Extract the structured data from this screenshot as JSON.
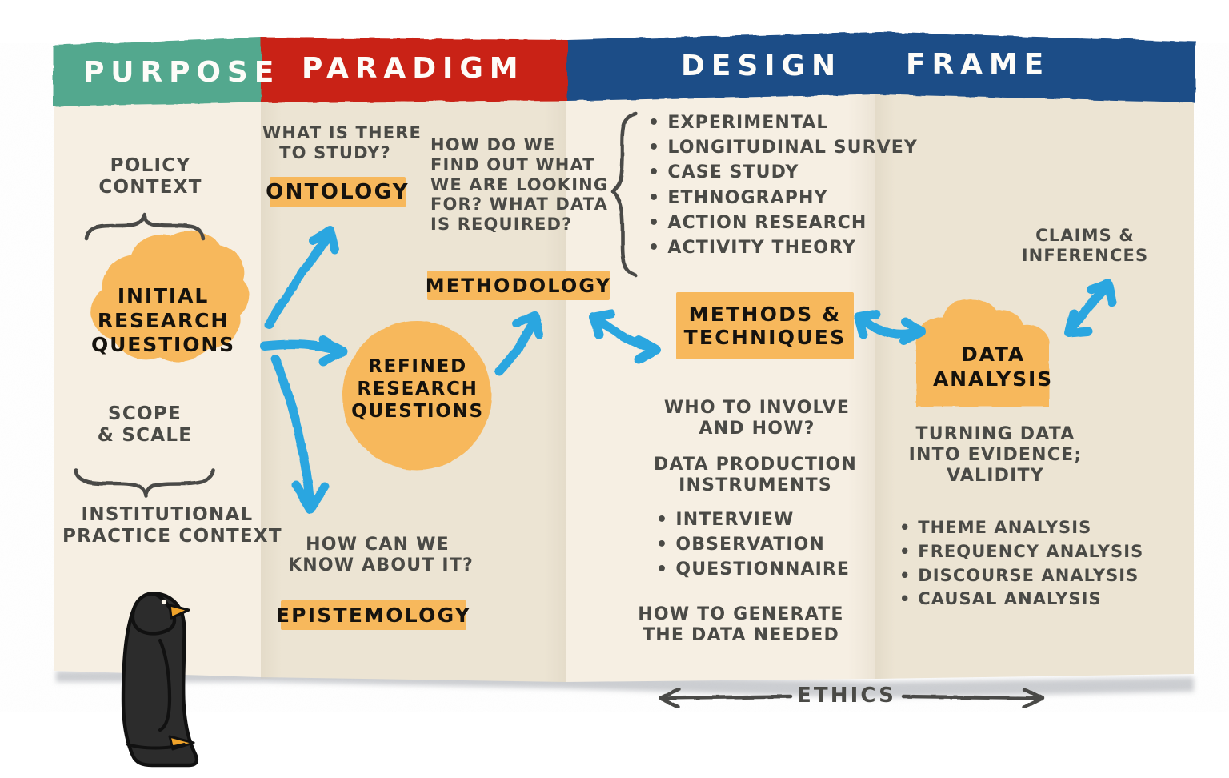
{
  "meta": {
    "figure_title": "Research design framework foldout",
    "palette": {
      "purpose_green": "#52a88e",
      "paradigm_red": "#c92316",
      "design_frame_blue": "#1d4d87",
      "paper_cream": "#f4ecde",
      "paper_fold": "#e7dfcd",
      "ink_grey": "#4a4a46",
      "ink_black": "#15120d",
      "highlight_orange": "#f7b85c",
      "arrow_blue": "#2ca6e0",
      "shadow_grey": "#c8c9cb"
    }
  },
  "headers": [
    {
      "id": "purpose",
      "label": "PURPOSE",
      "color": "#52a88e"
    },
    {
      "id": "paradigm",
      "label": "PARADIGM",
      "color": "#c92316"
    },
    {
      "id": "design",
      "label": "DESIGN",
      "color": "#1d4d87"
    },
    {
      "id": "frame",
      "label": "FRAME",
      "color": "#1d4d87"
    }
  ],
  "purpose": {
    "policy_context": "POLICY\nCONTEXT",
    "blob_label": "INITIAL\nRESEARCH\nQUESTIONS",
    "scope_scale": "SCOPE\n& SCALE",
    "institutional": "INSTITUTIONAL\nPRACTICE CONTEXT",
    "mascot": "penguin"
  },
  "paradigm": {
    "question_ontology": "WHAT IS THERE\nTO STUDY?",
    "chip_ontology": "ONTOLOGY",
    "question_methodology": "HOW DO WE\nFIND OUT WHAT\nWE ARE LOOKING\nFOR? WHAT DATA\nIS REQUIRED?",
    "chip_methodology": "METHODOLOGY",
    "blob_label": "REFINED\nRESEARCH\nQUESTIONS",
    "question_epistemology": "HOW CAN WE\nKNOW ABOUT IT?",
    "chip_epistemology": "EPISTEMOLOGY"
  },
  "design": {
    "methodology_list": [
      "EXPERIMENTAL",
      "LONGITUDINAL SURVEY",
      "CASE STUDY",
      "ETHNOGRAPHY",
      "ACTION RESEARCH",
      "ACTIVITY THEORY"
    ],
    "chip_methods": "METHODS &\nTECHNIQUES",
    "who_to_involve": "WHO TO INVOLVE\nAND HOW?",
    "instruments_heading": "DATA PRODUCTION\nINSTRUMENTS",
    "instruments_list": [
      "INTERVIEW",
      "OBSERVATION",
      "QUESTIONNAIRE"
    ],
    "how_to_generate": "HOW TO GENERATE\nTHE DATA NEEDED"
  },
  "frame": {
    "claims": "CLAIMS &\nINFERENCES",
    "blob_label": "DATA\nANALYSIS",
    "turning_data": "TURNING DATA\nINTO EVIDENCE;\nVALIDITY",
    "analysis_list": [
      "THEME ANALYSIS",
      "FREQUENCY ANALYSIS",
      "DISCOURSE ANALYSIS",
      "CAUSAL ANALYSIS"
    ]
  },
  "footer": {
    "ethics_label": "ETHICS",
    "ethics_arrow": "double-headed-horizontal-arrow"
  },
  "connectors": [
    {
      "id": "initial-to-ontology",
      "from": "INITIAL RESEARCH QUESTIONS",
      "to": "ONTOLOGY",
      "style": "curved-arrow-up-right"
    },
    {
      "id": "initial-to-refined",
      "from": "INITIAL RESEARCH QUESTIONS",
      "to": "REFINED RESEARCH QUESTIONS",
      "style": "straight-arrow-right"
    },
    {
      "id": "initial-to-epistemology",
      "from": "INITIAL RESEARCH QUESTIONS",
      "to": "EPISTEMOLOGY",
      "style": "curved-arrow-down"
    },
    {
      "id": "refined-to-methodology",
      "from": "REFINED RESEARCH QUESTIONS",
      "to": "METHODOLOGY",
      "style": "curved-arrow-up-right"
    },
    {
      "id": "methodology-to-methods",
      "from": "METHODOLOGY",
      "to": "METHODS & TECHNIQUES",
      "style": "double-headed-curve"
    },
    {
      "id": "methods-to-data-analysis",
      "from": "METHODS & TECHNIQUES",
      "to": "DATA ANALYSIS",
      "style": "double-headed-curve"
    },
    {
      "id": "data-analysis-to-claims",
      "from": "DATA ANALYSIS",
      "to": "CLAIMS & INFERENCES",
      "style": "double-headed-diagonal"
    }
  ]
}
